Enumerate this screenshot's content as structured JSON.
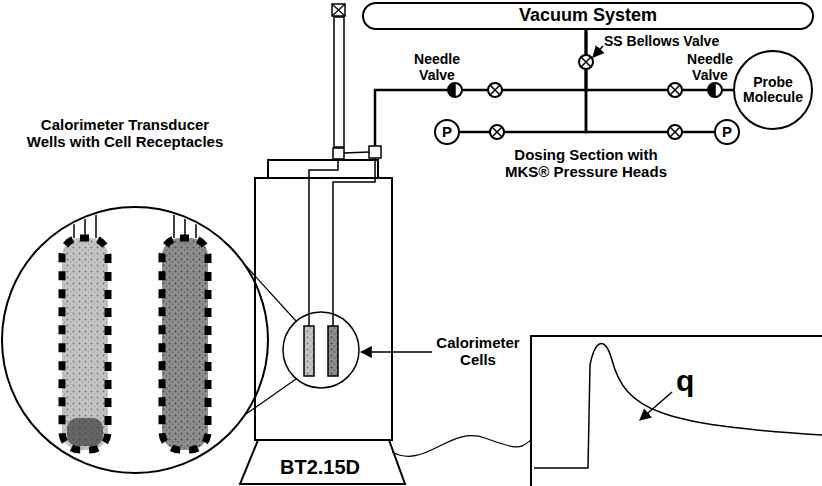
{
  "diagram": {
    "nodes": [
      {
        "text": [
          "Vacuum System"
        ]
      },
      {
        "text": [
          "Probe Molecule"
        ]
      },
      {
        "text": [
          "P"
        ]
      },
      {
        "text": [
          "P"
        ]
      },
      {
        "text": [
          "BT2.15D"
        ]
      }
    ],
    "edges": [
      {
        "from": 0,
        "to": 4,
        "arrow": "none"
      },
      {
        "from": 0,
        "to": 1,
        "arrow": "none"
      },
      {
        "from": 0,
        "to": 2,
        "arrow": "none"
      },
      {
        "from": 0,
        "to": 3,
        "arrow": "none"
      }
    ],
    "labels": [
      "SS Bellows Valve",
      "Needle Valve",
      "Needle Valve",
      "Dosing Section with MKS® Pressure Heads",
      "Calorimeter Transducer Wells with Cell Receptacles",
      "Calorimeter Cells",
      "q"
    ]
  }
}
